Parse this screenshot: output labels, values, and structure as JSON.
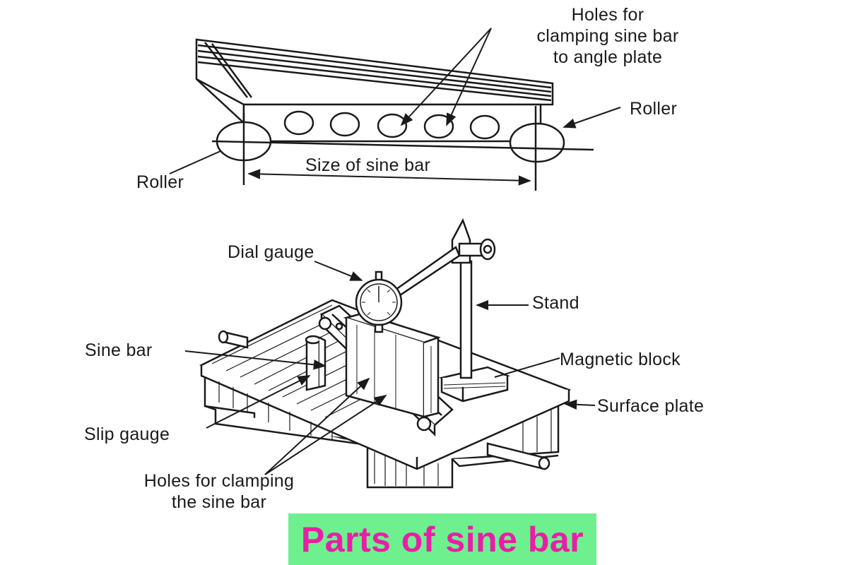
{
  "top_diagram": {
    "holes_label": "Holes for\nclamping sine bar\nto angle plate",
    "roller_right_label": "Roller",
    "roller_left_label": "Roller",
    "size_label": "Size of sine bar"
  },
  "bottom_diagram": {
    "dial_gauge_label": "Dial gauge",
    "stand_label": "Stand",
    "sine_bar_label": "Sine bar",
    "magnetic_block_label": "Magnetic block",
    "surface_plate_label": "Surface plate",
    "slip_gauge_label": "Slip gauge",
    "holes_label": "Holes for clamping\nthe sine bar"
  },
  "caption": {
    "text": "Parts of sine bar",
    "text_color": "#e91ea8",
    "background": "#6ef08f"
  },
  "colors": {
    "ink": "#1a1a1a",
    "paper": "#ffffff"
  }
}
